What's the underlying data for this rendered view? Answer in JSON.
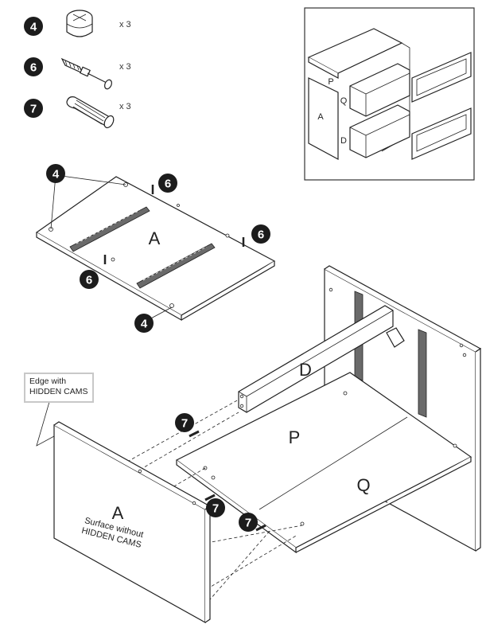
{
  "parts": [
    {
      "number": "4",
      "qty": "x 3",
      "icon": "cam-lock-icon"
    },
    {
      "number": "6",
      "qty": "x 3",
      "icon": "cam-bolt-icon"
    },
    {
      "number": "7",
      "qty": "x 3",
      "icon": "wood-dowel-icon"
    }
  ],
  "panel_labels": {
    "top_panel": "A",
    "side_panel_a": "A",
    "back_rail": "D",
    "bottom_p": "P",
    "bottom_q": "Q",
    "surface_note_line1": "Surface without",
    "surface_note_line2": "HIDDEN CAMS"
  },
  "inset_labels": {
    "p": "P",
    "q": "Q",
    "a": "A",
    "d": "D"
  },
  "callout": {
    "line1": "Edge with",
    "line2": "HIDDEN CAMS"
  },
  "step_badges": {
    "top_left_4": "4",
    "top_right_6": "6",
    "right_6": "6",
    "left_6": "6",
    "bottom_4": "4",
    "dowel_7_a": "7",
    "dowel_7_b": "7",
    "dowel_7_c": "7"
  },
  "colors": {
    "badge": "#1c1c1c",
    "rail": "#6a6a6a",
    "callout_border": "#c8c8c8"
  }
}
